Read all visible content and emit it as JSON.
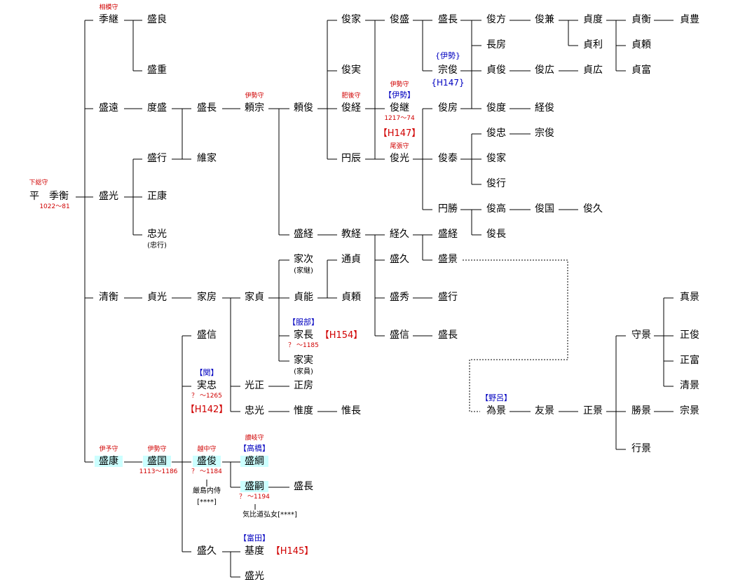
{
  "people": [
    {
      "id": "hirasue",
      "name": "平　季衡",
      "title": "下総守",
      "life": "1022～81"
    },
    {
      "id": "suetsugu",
      "name": "季継",
      "title": "相模守"
    },
    {
      "id": "moriyoshi",
      "name": "盛良"
    },
    {
      "id": "morishige",
      "name": "盛重"
    },
    {
      "id": "moritoo",
      "name": "盛遠"
    },
    {
      "id": "norimori",
      "name": "度盛"
    },
    {
      "id": "morinaga1",
      "name": "盛長"
    },
    {
      "id": "yorimune",
      "name": "頼宗",
      "title": "伊勢守"
    },
    {
      "id": "yoritoshi",
      "name": "頼俊"
    },
    {
      "id": "moriyuki",
      "name": "盛行"
    },
    {
      "id": "koreie",
      "name": "維家"
    },
    {
      "id": "morimitsu",
      "name": "盛光"
    },
    {
      "id": "masayasu",
      "name": "正康"
    },
    {
      "id": "tadamitsu",
      "name": "忠光",
      "sub": "(忠行)"
    },
    {
      "id": "kiyohira",
      "name": "清衡"
    },
    {
      "id": "sadamitsu",
      "name": "貞光"
    },
    {
      "id": "iefusa",
      "name": "家房"
    },
    {
      "id": "iesada",
      "name": "家貞"
    },
    {
      "id": "morinobu1",
      "name": "盛信"
    },
    {
      "id": "sanetada",
      "name": "実忠",
      "clan": "【関】",
      "life": "？ ～1265",
      "ref": "【H142】"
    },
    {
      "id": "mitsumasa",
      "name": "光正"
    },
    {
      "id": "masafusa",
      "name": "正房"
    },
    {
      "id": "tadamitsu2",
      "name": "忠光"
    },
    {
      "id": "korenori",
      "name": "惟度"
    },
    {
      "id": "korenaga",
      "name": "惟長"
    },
    {
      "id": "moriyasu",
      "name": "盛康",
      "title": "伊予守"
    },
    {
      "id": "morikuni",
      "name": "盛国",
      "title": "伊勢守",
      "life": "1113～1186"
    },
    {
      "id": "moritoshi",
      "name": "盛俊",
      "title": "越中守",
      "life": "？ ～1184",
      "sub": "厳島内侍\n[****]"
    },
    {
      "id": "moritsuna",
      "name": "盛綱",
      "title": "讃岐守",
      "clan": "【高橋】"
    },
    {
      "id": "moritsugu",
      "name": "盛嗣",
      "life": "？ ～1194",
      "sub": "気比道弘女[****]"
    },
    {
      "id": "morinaga3",
      "name": "盛長"
    },
    {
      "id": "morihisa2",
      "name": "盛久"
    },
    {
      "id": "motonori",
      "name": "基度",
      "clan": "【富田】",
      "ref": "【H145】"
    },
    {
      "id": "morimitsu2",
      "name": "盛光"
    },
    {
      "id": "toshiie1",
      "name": "俊家"
    },
    {
      "id": "toshizane",
      "name": "俊実"
    },
    {
      "id": "toshitsune",
      "name": "俊経",
      "title": "肥後守"
    },
    {
      "id": "enshin",
      "name": "円辰"
    },
    {
      "id": "toshimori",
      "name": "俊盛"
    },
    {
      "id": "toshitsugu",
      "name": "俊継",
      "title": "伊勢守",
      "clan": "【伊勢】",
      "life": "1217～74",
      "ref": "【H147】"
    },
    {
      "id": "toshimitsu",
      "name": "俊光",
      "title": "尾張守"
    },
    {
      "id": "morinaga2",
      "name": "盛長"
    },
    {
      "id": "munetoshi",
      "name": "宗俊",
      "clan": "{伊勢}",
      "ref": "{H147}"
    },
    {
      "id": "toshikata",
      "name": "俊方"
    },
    {
      "id": "nagafusa",
      "name": "長房"
    },
    {
      "id": "sadatoshi",
      "name": "貞俊"
    },
    {
      "id": "toshikane",
      "name": "俊兼"
    },
    {
      "id": "toshihiro",
      "name": "俊広"
    },
    {
      "id": "sadanori",
      "name": "貞度"
    },
    {
      "id": "sadatoshi2",
      "name": "貞利"
    },
    {
      "id": "sadahiro",
      "name": "貞広"
    },
    {
      "id": "sadahira",
      "name": "貞衡"
    },
    {
      "id": "sadayori",
      "name": "貞頼"
    },
    {
      "id": "sadatomi",
      "name": "貞富"
    },
    {
      "id": "sadatoyo",
      "name": "貞豊"
    },
    {
      "id": "toshifusa",
      "name": "俊房"
    },
    {
      "id": "toshinori",
      "name": "俊度"
    },
    {
      "id": "tsunetoshi",
      "name": "経俊"
    },
    {
      "id": "toshiyasu",
      "name": "俊泰"
    },
    {
      "id": "toshitada",
      "name": "俊忠"
    },
    {
      "id": "munetoshi2",
      "name": "宗俊"
    },
    {
      "id": "toshiie2",
      "name": "俊家"
    },
    {
      "id": "toshiyuki",
      "name": "俊行"
    },
    {
      "id": "enkatsu",
      "name": "円勝"
    },
    {
      "id": "toshitaka",
      "name": "俊高"
    },
    {
      "id": "toshikuni",
      "name": "俊国"
    },
    {
      "id": "toshihisa",
      "name": "俊久"
    },
    {
      "id": "toshinaga",
      "name": "俊長"
    },
    {
      "id": "moritsune",
      "name": "盛経"
    },
    {
      "id": "noritsune",
      "name": "教経"
    },
    {
      "id": "tsunehisa",
      "name": "経久"
    },
    {
      "id": "moritsune2",
      "name": "盛経"
    },
    {
      "id": "morikage",
      "name": "盛景"
    },
    {
      "id": "morihisa",
      "name": "盛久"
    },
    {
      "id": "morihide",
      "name": "盛秀"
    },
    {
      "id": "moriyuki2",
      "name": "盛行"
    },
    {
      "id": "morinobu2",
      "name": "盛信"
    },
    {
      "id": "morinaga4",
      "name": "盛長"
    },
    {
      "id": "ietsugu",
      "name": "家次",
      "sub": "(家継)"
    },
    {
      "id": "michisada",
      "name": "通貞"
    },
    {
      "id": "sadayoshi",
      "name": "貞能"
    },
    {
      "id": "sadayori2",
      "name": "貞頼"
    },
    {
      "id": "ienaga",
      "name": "家長",
      "clan": "【服部】",
      "life": "？ ～1185",
      "ref": "【H154】"
    },
    {
      "id": "iezane",
      "name": "家実",
      "sub": "(家員)"
    },
    {
      "id": "tamekage",
      "name": "為景",
      "clan": "【野呂】"
    },
    {
      "id": "tomokage",
      "name": "友景"
    },
    {
      "id": "masakage",
      "name": "正景"
    },
    {
      "id": "morikage2",
      "name": "守景"
    },
    {
      "id": "katsukage",
      "name": "勝景"
    },
    {
      "id": "yukikage",
      "name": "行景"
    },
    {
      "id": "sanekage",
      "name": "真景"
    },
    {
      "id": "masatoshi",
      "name": "正俊"
    },
    {
      "id": "masatomi",
      "name": "正富"
    },
    {
      "id": "kiyokage",
      "name": "清景"
    },
    {
      "id": "munekage",
      "name": "宗景"
    }
  ]
}
